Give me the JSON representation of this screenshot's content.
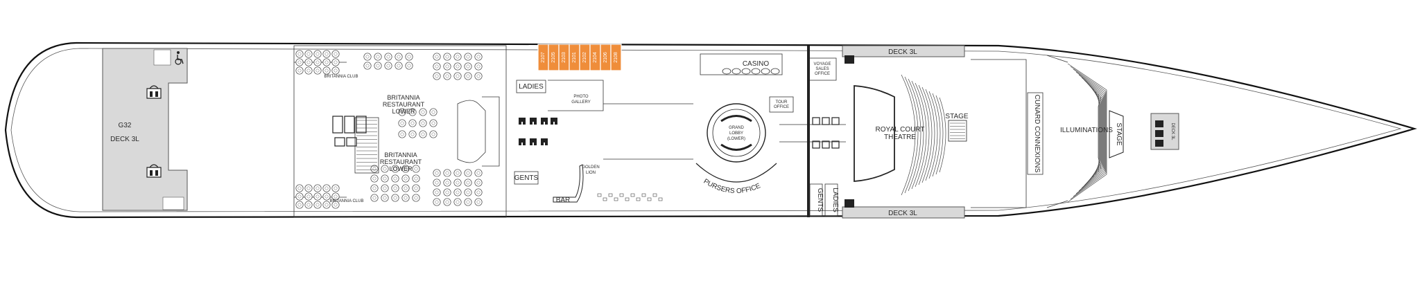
{
  "deck": {
    "forward_area": {
      "code": "G32",
      "name": "DECK 3L"
    },
    "deck_labels": {
      "top": "DECK 3L",
      "bottom": "DECK 3L",
      "bow": "DECK 3L"
    }
  },
  "cabins": [
    "2107",
    "2105",
    "2103",
    "2101",
    "2102",
    "2104",
    "2106",
    "2108"
  ],
  "venues": {
    "britannia_upper": "BRITANNIA RESTAURANT LOWER",
    "britannia_lower": "BRITANNIA RESTAURANT LOWER",
    "britannia_club": "BRITANNIA CLUB",
    "photo_gallery": "PHOTO GALLERY",
    "ladies_left": "LADIES",
    "gents_left": "GENTS",
    "bar": "BAR",
    "golden_lion": "GOLDEN LION",
    "casino": "CASINO",
    "grand_lobby": "GRAND LOBBY (LOWER)",
    "pursers_office": "PURSERS OFFICE",
    "tour_office": "TOUR OFFICE",
    "voyage_sales": "VOYAGE SALES OFFICE",
    "royal_court": "ROYAL COURT THEATRE",
    "stage_theatre": "STAGE",
    "gents_right": "GENTS",
    "ladies_right": "LADIES",
    "cunard_connexions": "CUNARD CONNEXIONS",
    "illuminations": "ILLUMINATIONS",
    "stage_illuminations": "STAGE"
  },
  "icons": [
    "wheelchair-icon",
    "stair-icon",
    "elevator-icon"
  ]
}
